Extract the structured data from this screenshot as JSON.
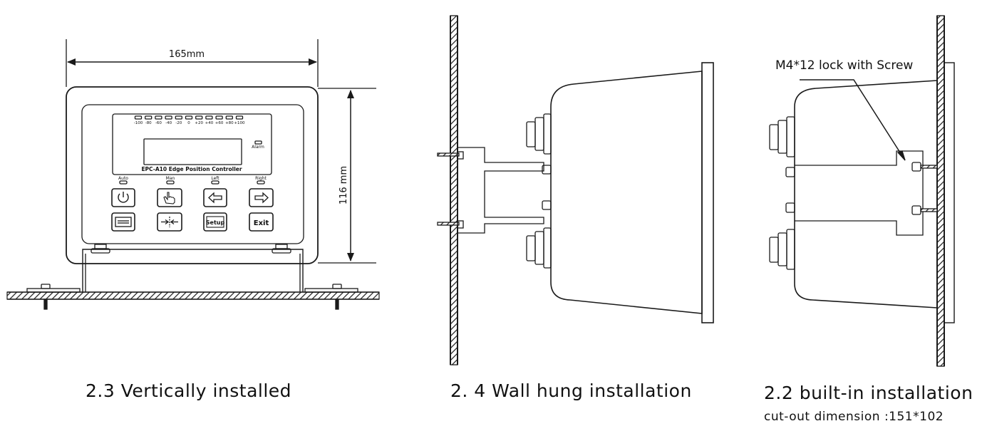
{
  "front_view": {
    "width_dim": "165mm",
    "height_dim": "116 mm",
    "scale_labels": [
      "-100",
      "-80",
      "-60",
      "-40",
      "-20",
      "0",
      "+20",
      "+40",
      "+60",
      "+80",
      "+100"
    ],
    "alarm_label": "Alarm",
    "model_label": "EPC-A10   Edge Position Controller",
    "indicator_labels": [
      "Auto",
      "Man",
      "Left",
      "Right"
    ],
    "button_exit": "Exit",
    "button_setup": "Setup",
    "caption": "2.3 Vertically installed"
  },
  "wall_view": {
    "caption": "2. 4  Wall hung installation"
  },
  "builtin_view": {
    "screw_label": "M4*12  lock with Screw",
    "caption": "2.2 built-in installation",
    "subcaption": "cut-out dimension :151*102"
  },
  "colors": {
    "line": "#1a1a1a",
    "background": "#ffffff"
  }
}
